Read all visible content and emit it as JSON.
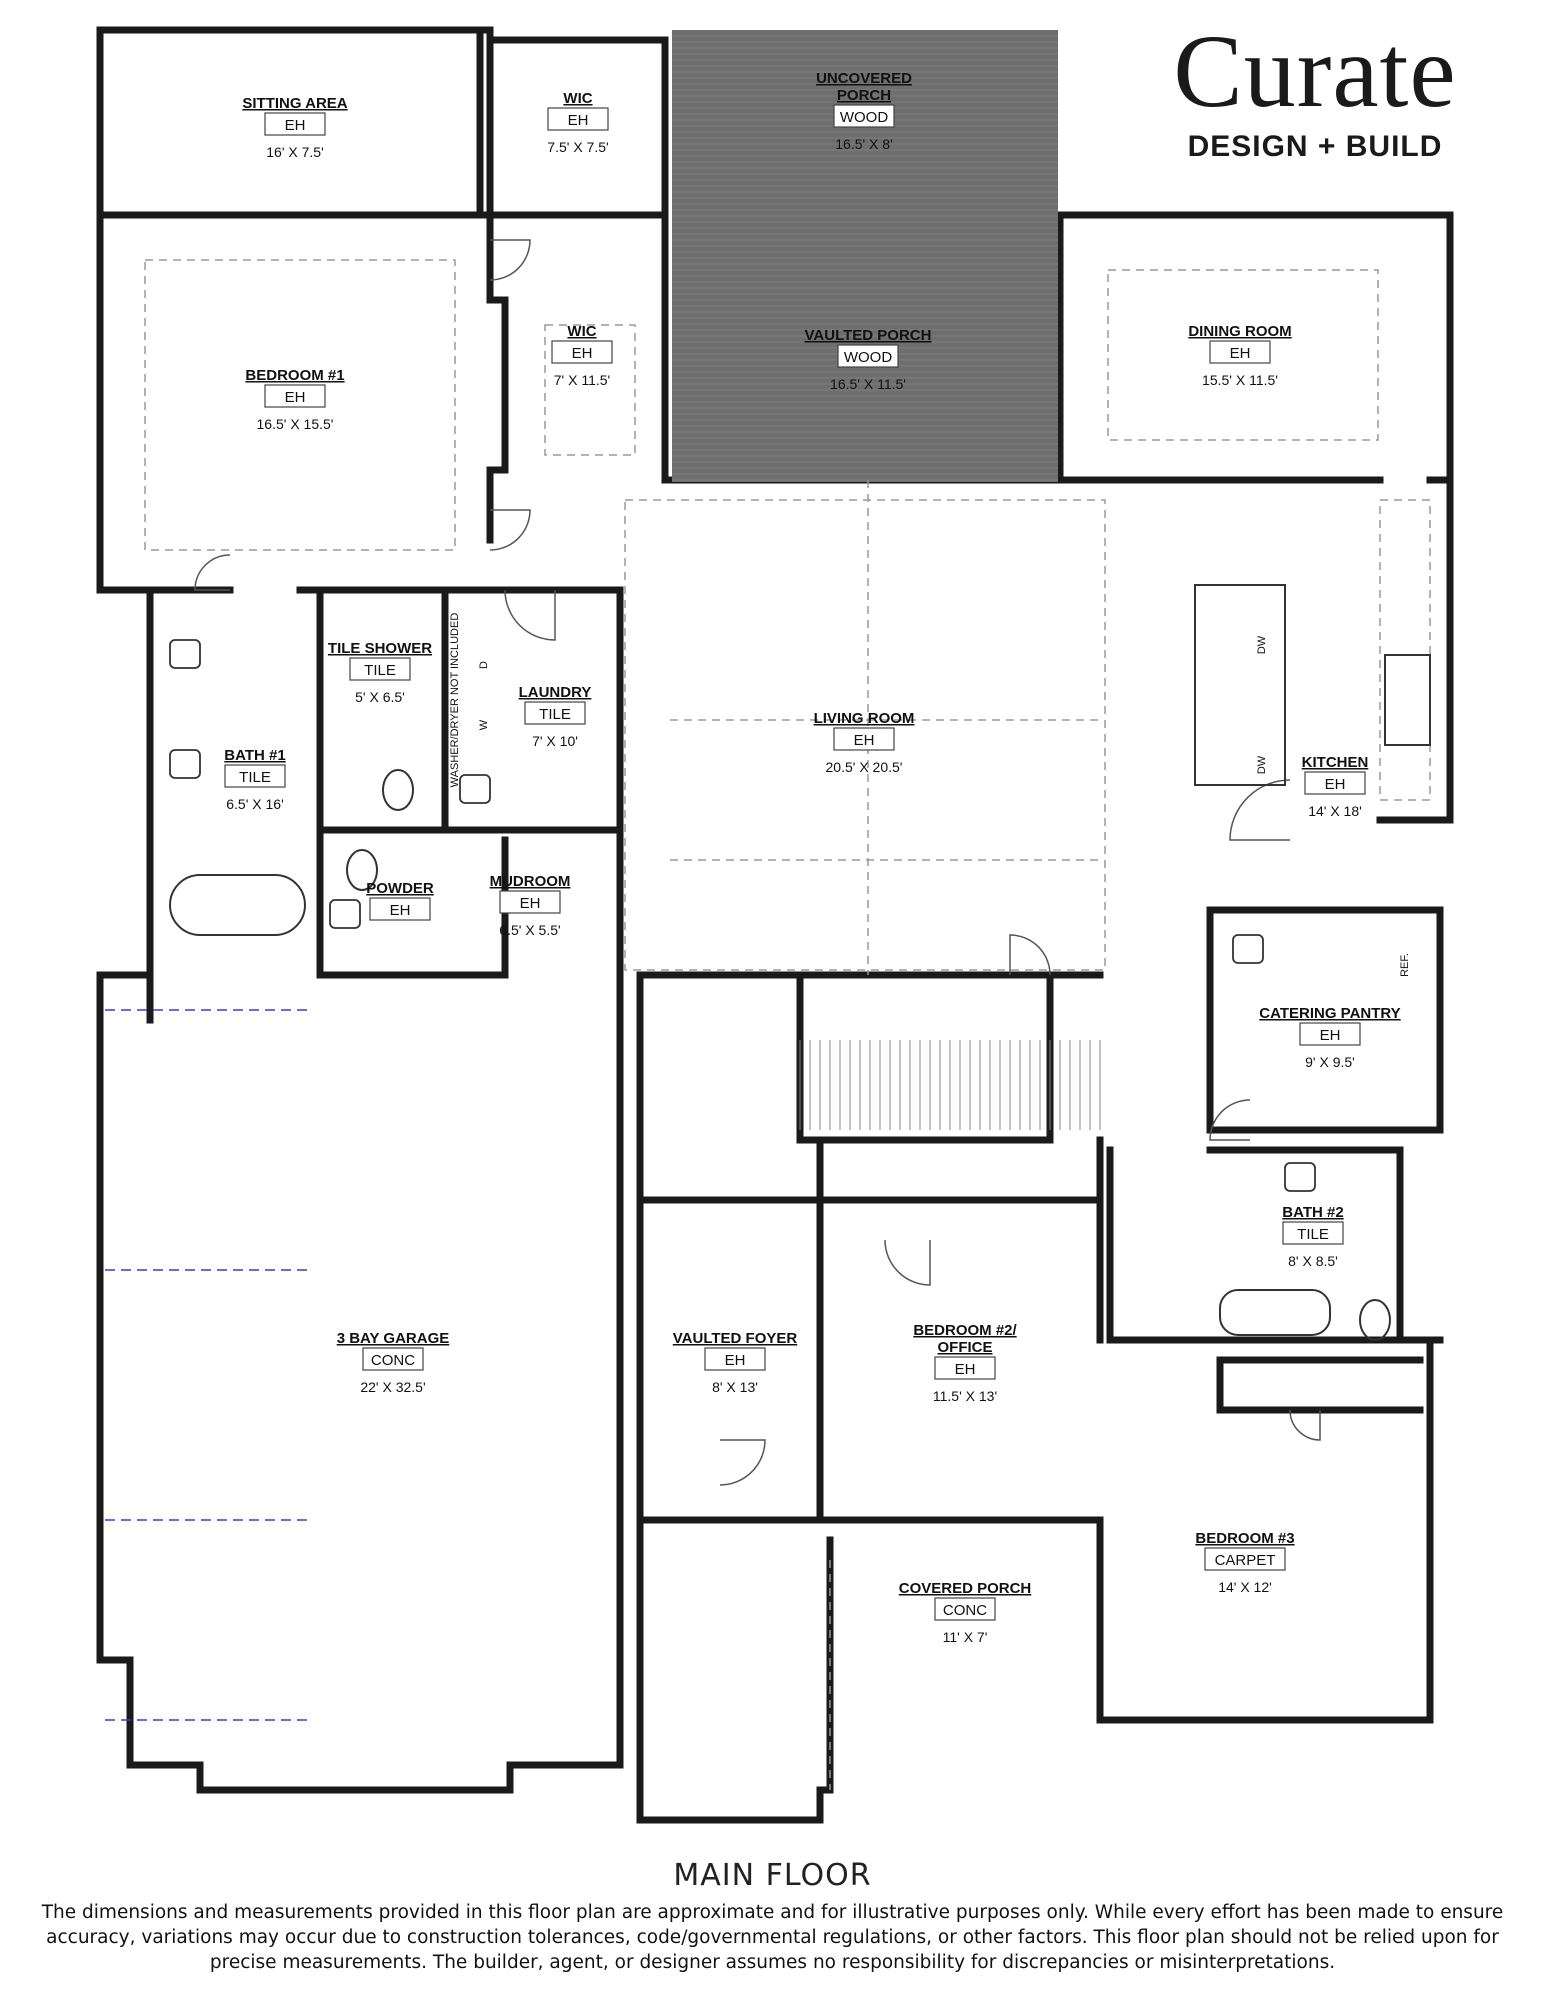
{
  "logo": {
    "main": "Curate",
    "sub": "DESIGN + BUILD"
  },
  "floor_title": "MAIN FLOOR",
  "disclaimer": "The dimensions and measurements provided in this floor plan are approximate and for illustrative purposes only. While every effort has been made to ensure accuracy, variations may occur due to construction tolerances, code/governmental regulations, or other factors. This floor plan should not be relied upon for precise measurements. The builder, agent, or designer assumes no responsibility for discrepancies or misinterpretations.",
  "rooms": [
    {
      "id": "sitting-area",
      "name": "SITTING AREA",
      "material": "EH",
      "dims": "16' X 7.5'"
    },
    {
      "id": "wic-upper",
      "name": "WIC",
      "material": "EH",
      "dims": "7.5' X 7.5'"
    },
    {
      "id": "uncovered-porch",
      "name": "UNCOVERED PORCH",
      "material": "WOOD",
      "dims": "16.5' X 8'"
    },
    {
      "id": "bedroom-1",
      "name": "BEDROOM #1",
      "material": "EH",
      "dims": "16.5' X 15.5'"
    },
    {
      "id": "wic-lower",
      "name": "WIC",
      "material": "EH",
      "dims": "7' X 11.5'"
    },
    {
      "id": "vaulted-porch",
      "name": "VAULTED PORCH",
      "material": "WOOD",
      "dims": "16.5' X 11.5'"
    },
    {
      "id": "dining-room",
      "name": "DINING ROOM",
      "material": "EH",
      "dims": "15.5' X 11.5'"
    },
    {
      "id": "tile-shower",
      "name": "TILE SHOWER",
      "material": "TILE",
      "dims": "5' X 6.5'"
    },
    {
      "id": "laundry",
      "name": "LAUNDRY",
      "material": "TILE",
      "dims": "7' X 10'"
    },
    {
      "id": "living-room",
      "name": "LIVING ROOM",
      "material": "EH",
      "dims": "20.5' X 20.5'"
    },
    {
      "id": "kitchen",
      "name": "KITCHEN",
      "material": "EH",
      "dims": "14' X 18'"
    },
    {
      "id": "bath-1",
      "name": "BATH #1",
      "material": "TILE",
      "dims": "6.5' X 16'"
    },
    {
      "id": "powder",
      "name": "POWDER",
      "material": "EH",
      "dims": ""
    },
    {
      "id": "mudroom",
      "name": "MUDROOM",
      "material": "EH",
      "dims": "6.5' X 5.5'"
    },
    {
      "id": "catering-pantry",
      "name": "CATERING PANTRY",
      "material": "EH",
      "dims": "9' X 9.5'"
    },
    {
      "id": "bath-2",
      "name": "BATH #2",
      "material": "TILE",
      "dims": "8' X 8.5'"
    },
    {
      "id": "garage",
      "name": "3 BAY GARAGE",
      "material": "CONC",
      "dims": "22' X 32.5'"
    },
    {
      "id": "vaulted-foyer",
      "name": "VAULTED FOYER",
      "material": "EH",
      "dims": "8' X 13'"
    },
    {
      "id": "bedroom-2",
      "name": "BEDROOM #2/ OFFICE",
      "material": "EH",
      "dims": "11.5' X 13'"
    },
    {
      "id": "bedroom-3",
      "name": "BEDROOM #3",
      "material": "CARPET",
      "dims": "14' X 12'"
    },
    {
      "id": "covered-porch",
      "name": "COVERED PORCH",
      "material": "CONC",
      "dims": "11' X 7'"
    }
  ],
  "fixtures": {
    "dishwasher": "DW",
    "dryer": "D",
    "washer": "W",
    "washer_dryer_note": "WASHER/DRYER NOT INCLUDED",
    "refrigerator": "REF."
  },
  "colors": {
    "wall": "#1a1a1a",
    "porch_fill": "#6e6e6e",
    "garage_door": "#3b3bd6",
    "dashed": "#9a9a9a"
  }
}
